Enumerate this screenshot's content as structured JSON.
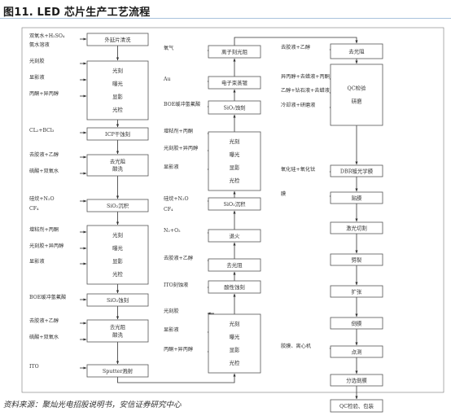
{
  "title": "图11. LED 芯片生产工艺流程",
  "source": "资料来源：聚灿光电招股说明书，安信证券研究中心",
  "col1": {
    "boxes": [
      {
        "id": "c1b1",
        "lines": [
          "外延片清洗"
        ]
      },
      {
        "id": "c1b2",
        "lines": [
          "光刻",
          "曝光",
          "显影",
          "光检"
        ]
      },
      {
        "id": "c1b3",
        "lines": [
          "ICP干蚀刻"
        ]
      },
      {
        "id": "c1b4",
        "lines": [
          "去光阻",
          "酸洗"
        ]
      },
      {
        "id": "c1b5",
        "lines": [
          "SiO₂沉积"
        ]
      },
      {
        "id": "c1b6",
        "lines": [
          "光刻",
          "曝光",
          "显影",
          "光检"
        ]
      },
      {
        "id": "c1b7",
        "lines": [
          "SiO₂蚀刻"
        ]
      },
      {
        "id": "c1b8",
        "lines": [
          "去光阻",
          "酸洗"
        ]
      },
      {
        "id": "c1b9",
        "lines": [
          "Sputter溅射"
        ]
      }
    ],
    "inputs": [
      "双氧水+H₂SO₄",
      "氨水溶液",
      "光刻胶",
      "显影液",
      "丙酮+异丙醇",
      "CL₂+BCl₃",
      "去胶液+乙醇",
      "硫酸+双氧水",
      "硅烷+N₂O",
      "CF₄",
      "增粘剂+丙酮",
      "光刻胶+异丙醇",
      "显影液",
      "BOE缓冲氢氟酸",
      "去胶液+乙醇",
      "硫酸+双氧水",
      "ITO"
    ]
  },
  "col2": {
    "boxes": [
      {
        "id": "c2b1",
        "lines": [
          "离子刻光阻"
        ]
      },
      {
        "id": "c2b2",
        "lines": [
          "电子束蒸镀"
        ]
      },
      {
        "id": "c2b3",
        "lines": [
          "SiO₂蚀刻"
        ]
      },
      {
        "id": "c2b4",
        "lines": [
          "光刻",
          "曝光",
          "显影",
          "光检"
        ]
      },
      {
        "id": "c2b5",
        "lines": [
          "SiO₂沉积"
        ]
      },
      {
        "id": "c2b6",
        "lines": [
          "退火"
        ]
      },
      {
        "id": "c2b7",
        "lines": [
          "去光阻"
        ]
      },
      {
        "id": "c2b8",
        "lines": [
          "酸性蚀刻"
        ]
      },
      {
        "id": "c2b9",
        "lines": [
          "光刻",
          "曝光",
          "显影",
          "光检"
        ]
      }
    ],
    "inputs": [
      "氧气",
      "Au",
      "BOE缓冲氢氟酸",
      "增粘剂+丙酮",
      "光刻胶+异丙醇",
      "显影液",
      "硅烷+N₂O",
      "CF₄",
      "N₂+O₂",
      "去胶液+乙醇",
      "ITO刻蚀液",
      "光刻胶",
      "显影液",
      "丙酮+异丙醇"
    ]
  },
  "col3": {
    "boxes": [
      {
        "id": "c3b1",
        "lines": [
          "去光阻"
        ]
      },
      {
        "id": "c3b2",
        "lines": [
          "QC检验",
          "研磨"
        ]
      },
      {
        "id": "c3b3",
        "lines": [
          "DBR镀光学膜"
        ]
      },
      {
        "id": "c3b4",
        "lines": [
          "贴膜"
        ]
      },
      {
        "id": "c3b5",
        "lines": [
          "激光切割"
        ]
      },
      {
        "id": "c3b6",
        "lines": [
          "劈裂"
        ]
      },
      {
        "id": "c3b7",
        "lines": [
          "扩张"
        ]
      },
      {
        "id": "c3b8",
        "lines": [
          "倒膜"
        ]
      },
      {
        "id": "c3b9",
        "lines": [
          "点测"
        ]
      },
      {
        "id": "c3b10",
        "lines": [
          "分选倒膜"
        ]
      },
      {
        "id": "c3b11",
        "lines": [
          "QC检验、包装"
        ]
      }
    ],
    "inputs": [
      "去胶液+乙醇",
      "异丙醇+去蜡液+丙酮",
      "乙醇+钻石液+去蜡液",
      "冷却液+研磨液",
      "氧化硅+氧化钛",
      "膜",
      "胶膜、离心机"
    ]
  }
}
